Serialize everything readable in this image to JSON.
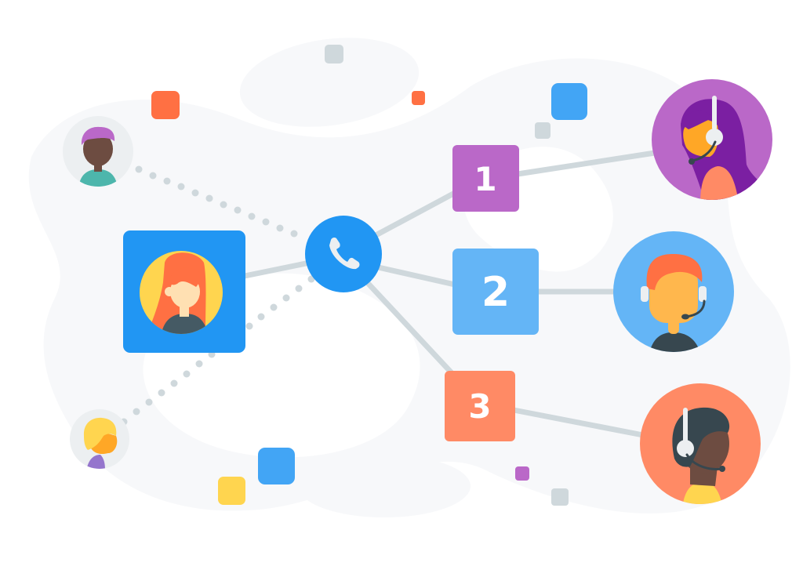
{
  "diagram": {
    "type": "call-routing-illustration",
    "hub": {
      "icon": "phone-icon",
      "color": "#2196F3"
    },
    "caller": {
      "role": "caller",
      "frame_color": "#2196F3",
      "avatar_bg": "#FFD54F"
    },
    "routes": [
      {
        "label": "1",
        "color": "#BA68C8",
        "agent_bg": "#BA68C8"
      },
      {
        "label": "2",
        "color": "#64B5F6",
        "agent_bg": "#64B5F6"
      },
      {
        "label": "3",
        "color": "#FF8A65",
        "agent_bg": "#FF8A65"
      }
    ],
    "waiting_callers": [
      {
        "position": "top-left",
        "avatar_bg": "#ECEFF1"
      },
      {
        "position": "bottom-left",
        "avatar_bg": "#ECEFF1"
      }
    ],
    "colors": {
      "connector": "#CFD8DC",
      "background_blob": "#F7F8FA",
      "accent_orange": "#FF7043",
      "accent_blue": "#42A5F5",
      "accent_yellow": "#FFD54F",
      "accent_gray": "#CFD8DC",
      "accent_purple": "#BA68C8"
    }
  }
}
